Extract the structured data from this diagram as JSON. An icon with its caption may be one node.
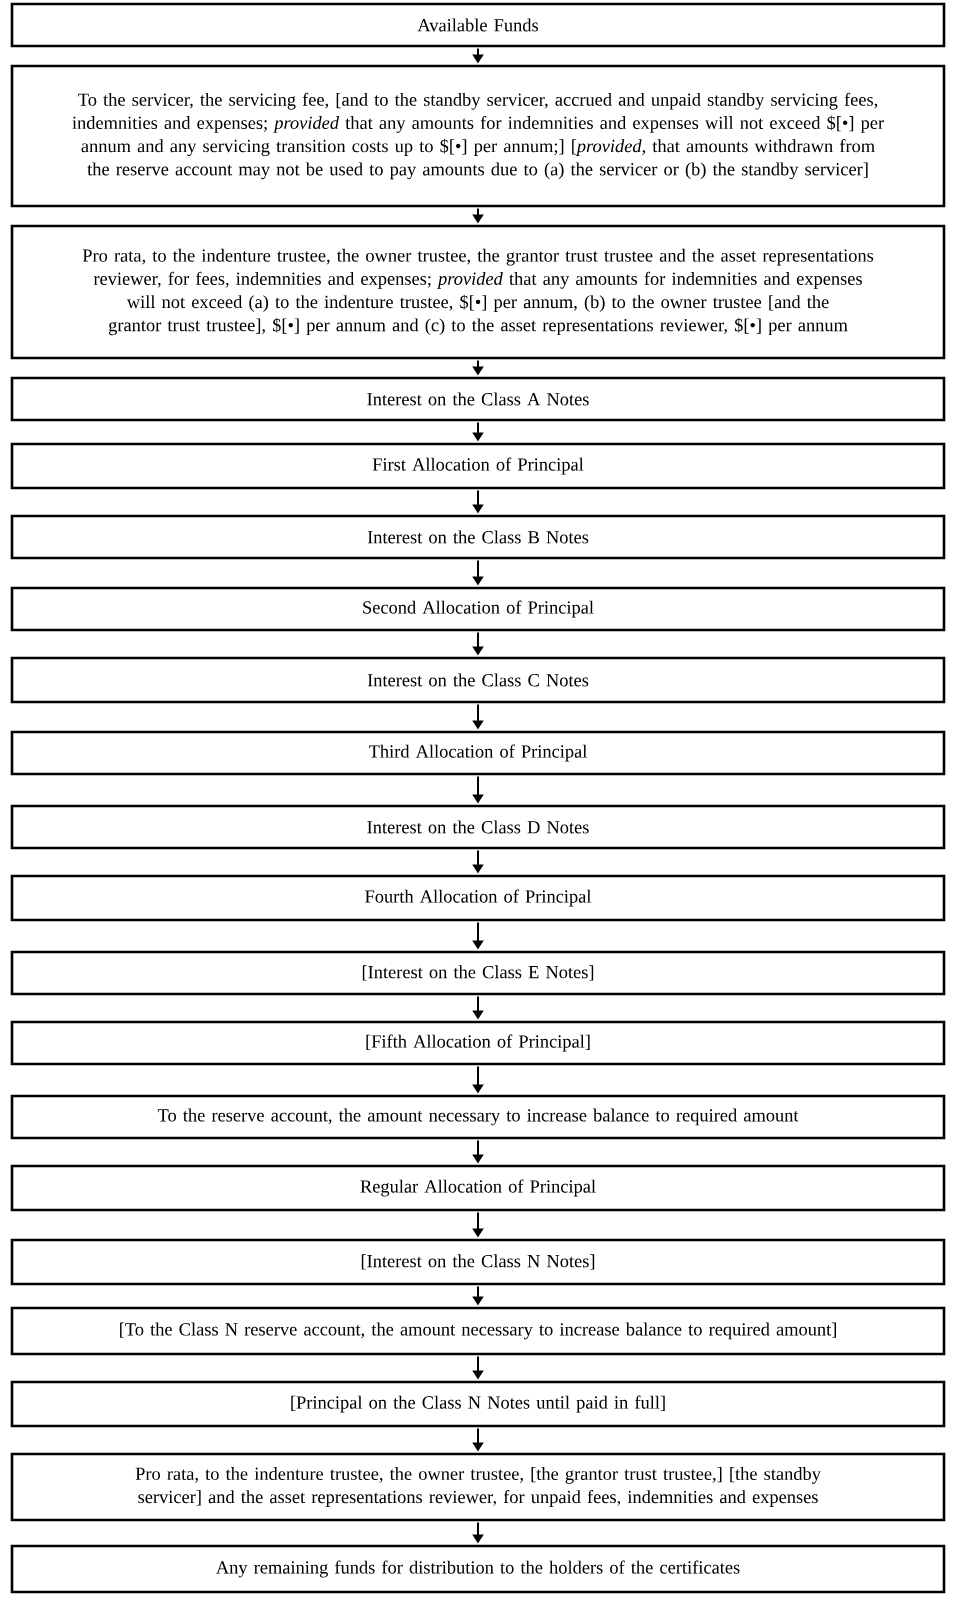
{
  "diagram": {
    "nodes": [
      {
        "text": [
          "Available Funds"
        ]
      },
      {
        "text": [
          "To the servicer, the servicing fee, [and to the standby servicer, accrued and unpaid standby servicing fees, indemnities and expenses; *provided* that any amounts for indemnities and expenses will not exceed $[•] per annum and any servicing transition costs up to $[•] per annum;] [*provided*, that amounts withdrawn from the reserve account may not be used to pay amounts due to (a) the servicer or (b) the standby servicer]"
        ]
      },
      {
        "text": [
          "Pro rata, to the indenture trustee, the owner trustee, the grantor trust trustee and the asset representations reviewer, for fees, indemnities and expenses; *provided* that any amounts for indemnities and expenses will not exceed (a) to the indenture trustee, $[•] per annum, (b) to the owner trustee [and the grantor trust trustee], $[•] per annum and (c) to the asset representations reviewer, $[•] per annum"
        ]
      },
      {
        "text": [
          "Interest on the Class A Notes"
        ]
      },
      {
        "text": [
          "First Allocation of Principal"
        ]
      },
      {
        "text": [
          "Interest on the Class B Notes"
        ]
      },
      {
        "text": [
          "Second Allocation of Principal"
        ]
      },
      {
        "text": [
          "Interest on the Class C Notes"
        ]
      },
      {
        "text": [
          "Third Allocation of Principal"
        ]
      },
      {
        "text": [
          "Interest on the Class D Notes"
        ]
      },
      {
        "text": [
          "Fourth Allocation of Principal"
        ]
      },
      {
        "text": [
          "[Interest on the Class E Notes]"
        ]
      },
      {
        "text": [
          "[Fifth Allocation of Principal]"
        ]
      },
      {
        "text": [
          "To the reserve account, the amount necessary to increase balance to required amount"
        ]
      },
      {
        "text": [
          "Regular Allocation of Principal"
        ]
      },
      {
        "text": [
          "[Interest on the Class N Notes]"
        ]
      },
      {
        "text": [
          "[To the Class N reserve account, the amount necessary to increase balance to required amount]"
        ]
      },
      {
        "text": [
          "[Principal on the Class N Notes until paid in full]"
        ]
      },
      {
        "text": [
          "Pro rata, to the indenture trustee, the owner trustee, [the grantor trust trustee,] [the standby servicer] and the asset representations reviewer, for unpaid fees, indemnities and expenses"
        ]
      },
      {
        "text": [
          "Any remaining funds for distribution to the holders of the certificates"
        ]
      }
    ],
    "edges": [
      {
        "from": 0,
        "to": 1,
        "arrow": "to"
      },
      {
        "from": 1,
        "to": 2,
        "arrow": "to"
      },
      {
        "from": 2,
        "to": 3,
        "arrow": "to"
      },
      {
        "from": 3,
        "to": 4,
        "arrow": "to"
      },
      {
        "from": 4,
        "to": 5,
        "arrow": "to"
      },
      {
        "from": 5,
        "to": 6,
        "arrow": "to"
      },
      {
        "from": 6,
        "to": 7,
        "arrow": "to"
      },
      {
        "from": 7,
        "to": 8,
        "arrow": "to"
      },
      {
        "from": 8,
        "to": 9,
        "arrow": "to"
      },
      {
        "from": 9,
        "to": 10,
        "arrow": "to"
      },
      {
        "from": 10,
        "to": 11,
        "arrow": "to"
      },
      {
        "from": 11,
        "to": 12,
        "arrow": "to"
      },
      {
        "from": 12,
        "to": 13,
        "arrow": "to"
      },
      {
        "from": 13,
        "to": 14,
        "arrow": "to"
      },
      {
        "from": 14,
        "to": 15,
        "arrow": "to"
      },
      {
        "from": 15,
        "to": 16,
        "arrow": "to"
      },
      {
        "from": 16,
        "to": 17,
        "arrow": "to"
      },
      {
        "from": 17,
        "to": 18,
        "arrow": "to"
      },
      {
        "from": 18,
        "to": 19,
        "arrow": "to"
      }
    ]
  }
}
